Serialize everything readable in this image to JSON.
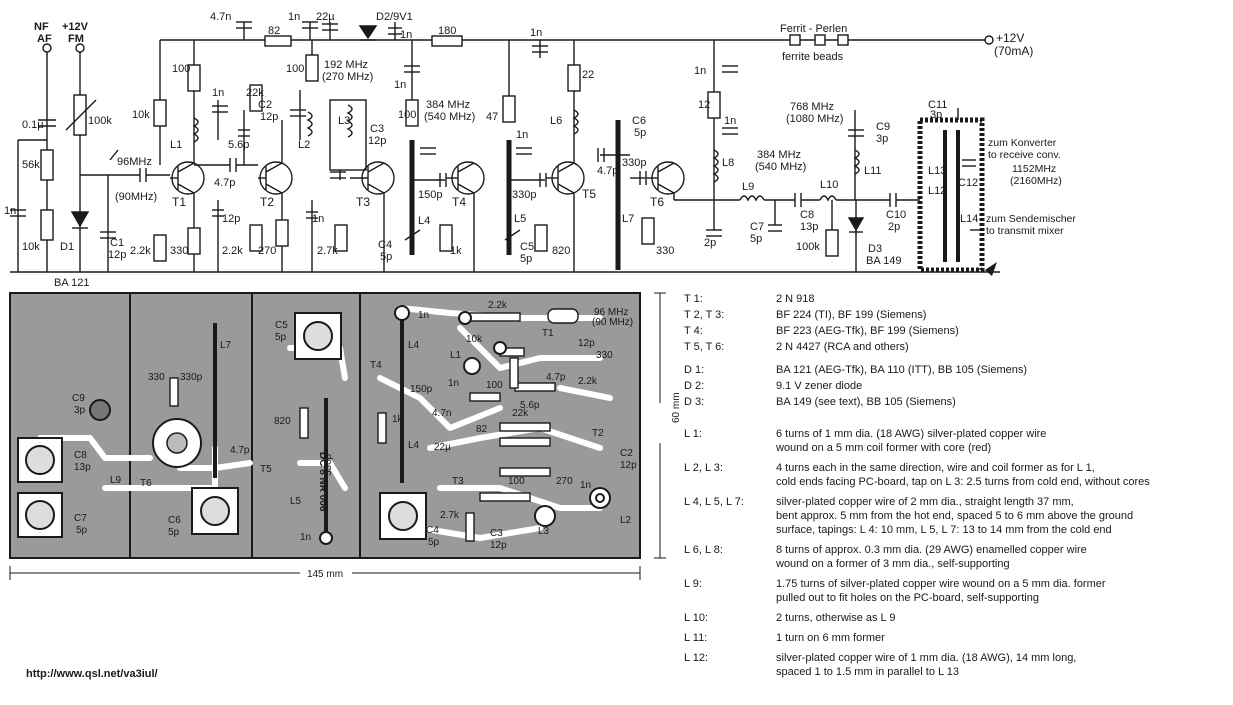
{
  "schematic": {
    "inputs": {
      "nf": "NF",
      "af": "AF",
      "v12": "+12V",
      "fm": "FM"
    },
    "supply": {
      "ferrite_de": "Ferrit - Perlen",
      "ferrite_en": "ferrite beads",
      "voltage": "+12V",
      "current": "(70mA)"
    },
    "freqs": {
      "f96": "96MHz",
      "f90": "(90MHz)",
      "f192": "192 MHz",
      "f270": "(270 MHz)",
      "f384": "384 MHz",
      "f540": "(540 MHz)",
      "f768": "768 MHz",
      "f1080": "(1080 MHz)"
    },
    "labels": {
      "c47n": "4.7n",
      "r82": "82",
      "c1n_a": "1n",
      "c22u": "22µ",
      "d2": "D2/9V1",
      "c1n_b": "1n",
      "r180": "180",
      "c1n_c": "1n",
      "r100_a": "100",
      "r100_b": "100",
      "r10k": "10k",
      "r22k_a": "22k",
      "c2": "C2",
      "c12p": "12p",
      "c1n_d": "1n",
      "c56p": "5.6p",
      "c47p": "4.7p",
      "l1": "L1",
      "l2": "L2",
      "l3": "L3",
      "c3": "C3",
      "c12p_b": "12p",
      "t1": "T1",
      "t2": "T2",
      "t3": "T3",
      "r22k_b": "2.2k",
      "r330": "330",
      "r22k_c": "2.2k",
      "r270": "270",
      "r27k": "2.7k",
      "c12p_c": "12p",
      "c1n_e": "1n",
      "r100_c": "100",
      "c1n_f": "1n",
      "r47": "47",
      "c1n_g": "1n",
      "c150p": "150p",
      "t4": "T4",
      "l4": "L4",
      "c4": "C4",
      "c5p_a": "5p",
      "r1k": "1k",
      "r22": "22",
      "l6": "L6",
      "c6": "C6",
      "c5p_b": "5p",
      "c47p_b": "4.7p",
      "c330p_a": "330p",
      "c330p_b": "330p",
      "t5": "T5",
      "l5": "L5",
      "c5": "C5",
      "c5p_c": "5p",
      "r820": "820",
      "t6": "T6",
      "l7": "L7",
      "r330_b": "330",
      "c1n_h": "1n",
      "r12": "12",
      "c1n_i": "1n",
      "l8": "L8",
      "c2p": "2p",
      "l9": "L9",
      "c7": "C7",
      "c5p_d": "5p",
      "c8": "C8",
      "c13p": "13p",
      "l10": "L10",
      "l11": "L11",
      "c9": "C9",
      "c3p": "3p",
      "r100k": "100k",
      "d3": "D3",
      "ba149": "BA 149",
      "c10": "C10",
      "c2p_b": "2p",
      "c11": "C11",
      "c3p_b": "3p",
      "l13": "L13",
      "l12": "L12",
      "c12": "C12",
      "l14": "L14",
      "c01u": "0.1µ",
      "r56k": "56k",
      "r100k_pot": "100k",
      "c1n_in": "1n",
      "r10k_in": "10k",
      "d1": "D1",
      "ba121": "BA 121",
      "c1": "C1",
      "c12p_in": "12p"
    },
    "notes": {
      "conv_de": "zum Konverter",
      "conv_en": "to receive conv.",
      "conv_f1": "1152MHz",
      "conv_f2": "(2160MHz)",
      "tx_de": "zum Sendemischer",
      "tx_en": "to transmit mixer"
    }
  },
  "pcb": {
    "width": "145 mm",
    "height": "60 mm",
    "labels": {
      "c9": "C9",
      "c9v": "3p",
      "c8": "C8",
      "c8v": "13p",
      "c7": "C7",
      "c7v": "5p",
      "l9": "L9",
      "t6": "T6",
      "c6": "C6",
      "c6v": "5p",
      "l7": "L7",
      "r330": "330",
      "c330": "330p",
      "c47p": "4.7p",
      "c5": "C5",
      "c5v": "5p",
      "r820": "820",
      "t5": "T5",
      "l5": "L5",
      "c330b": "330p",
      "dc": "DC 8 NR 006",
      "c1n_a": "1n",
      "l4a": "L4",
      "t4": "T4",
      "c150p": "150p",
      "r1k": "1k",
      "l4b": "L4",
      "c1n_b": "1n",
      "c4": "C4",
      "c4v": "5p",
      "r22k": "2.2k",
      "f96": "96 MHz",
      "f90": "(90 MHz)",
      "l1": "L1",
      "r10k": "10k",
      "t1": "T1",
      "c12p": "12p",
      "r330b": "330",
      "c47p_b": "4.7p",
      "r22k_b": "2.2k",
      "c1n_c": "1n",
      "r100": "100",
      "c56p": "5.6p",
      "c47n": "4.7n",
      "r22k_c": "22k",
      "r82": "82",
      "t2": "T2",
      "c2": "C2",
      "c2v": "12p",
      "c22u": "22µ",
      "t3": "T3",
      "r100b": "100",
      "r27k": "2.7k",
      "c3": "C3",
      "c3v": "12p",
      "l3": "L3",
      "l2": "L2",
      "c1n_d": "1n",
      "r270": "270"
    }
  },
  "parts": [
    {
      "ref": "T 1:",
      "desc": [
        "2 N 918"
      ]
    },
    {
      "ref": "T 2, T 3:",
      "desc": [
        "BF 224 (TI), BF 199 (Siemens)"
      ]
    },
    {
      "ref": "T 4:",
      "desc": [
        "BF 223 (AEG-Tfk), BF 199 (Siemens)"
      ]
    },
    {
      "ref": "T 5, T 6:",
      "desc": [
        "2 N 4427 (RCA and others)"
      ]
    },
    {
      "ref": "D 1:",
      "desc": [
        "BA 121 (AEG-Tfk), BA 110 (ITT), BB 105 (Siemens)"
      ]
    },
    {
      "ref": "D 2:",
      "desc": [
        "9.1 V zener diode"
      ]
    },
    {
      "ref": "D 3:",
      "desc": [
        "BA 149 (see text), BB 105 (Siemens)"
      ]
    }
  ],
  "coils": [
    {
      "ref": "L 1:",
      "desc": [
        "6 turns of 1 mm dia. (18 AWG) silver-plated copper wire",
        "wound on a 5 mm coil former with core (red)"
      ]
    },
    {
      "ref": "L 2, L 3:",
      "desc": [
        "4 turns each in the same direction, wire and coil former as for L 1,",
        "cold ends facing PC-board, tap on L 3: 2.5 turns from cold end, without cores"
      ]
    },
    {
      "ref": "L 4, L 5, L 7:",
      "desc": [
        "silver-plated copper wire of 2 mm dia., straight length 37 mm,",
        "bent approx. 5 mm from the hot end, spaced 5 to 6 mm above the ground",
        "surface, tapings: L 4: 10 mm, L 5, L 7: 13 to 14 mm from the cold end"
      ]
    },
    {
      "ref": "L 6, L 8:",
      "desc": [
        "8 turns of approx. 0.3 mm dia. (29 AWG) enamelled copper wire",
        "wound on a former of 3 mm dia., self-supporting"
      ]
    },
    {
      "ref": "L 9:",
      "desc": [
        "1.75 turns of silver-plated copper wire wound on a 5 mm dia. former",
        "pulled out to fit holes on the PC-board, self-supporting"
      ]
    },
    {
      "ref": "L 10:",
      "desc": [
        "2 turns, otherwise as L 9"
      ]
    },
    {
      "ref": "L 11:",
      "desc": [
        "1 turn on 6 mm former"
      ]
    },
    {
      "ref": "L 12:",
      "desc": [
        "silver-plated copper wire of 1 mm dia. (18 AWG), 14 mm long,",
        "spaced 1 to 1.5 mm in parallel to L 13"
      ]
    }
  ],
  "footer": {
    "url": "http://www.qsl.net/va3iul/"
  }
}
